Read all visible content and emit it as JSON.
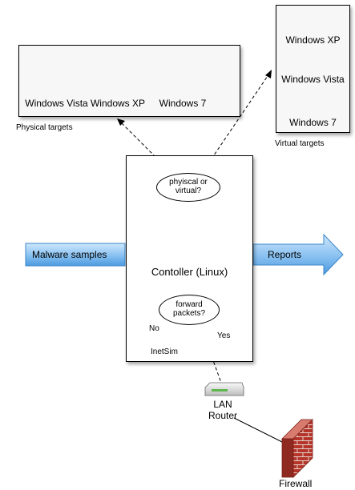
{
  "physical_targets": {
    "caption": "Physical targets",
    "machines": [
      "Windows Vista",
      "Windows XP",
      "Windows 7"
    ]
  },
  "virtual_targets": {
    "caption": "Virtual targets",
    "machines": [
      "Windows XP",
      "Windows Vista",
      "Windows 7"
    ]
  },
  "controller": {
    "question_virtual": [
      "phyiscal or",
      "virtual?"
    ],
    "server_label": "Contoller (Linux)",
    "question_forward": [
      "forward",
      "packets?"
    ],
    "no_label": "No",
    "yes_label": "Yes",
    "inetsim_label": "InetSim"
  },
  "input_arrow": {
    "label": "Malware samples"
  },
  "output_arrow": {
    "label": "Reports"
  },
  "router": {
    "label": [
      "LAN",
      "Router"
    ]
  },
  "firewall": {
    "label": "Firewall"
  },
  "colors": {
    "arrow_fill_top": "#b9dcf8",
    "arrow_fill_bottom": "#5ea7e6",
    "arrow_stroke": "#3a86c9",
    "brick": "#b5352b",
    "mortar": "#e4d2c8",
    "tower_light": "#e8e8e8",
    "tower_dark": "#9b9b9b"
  }
}
